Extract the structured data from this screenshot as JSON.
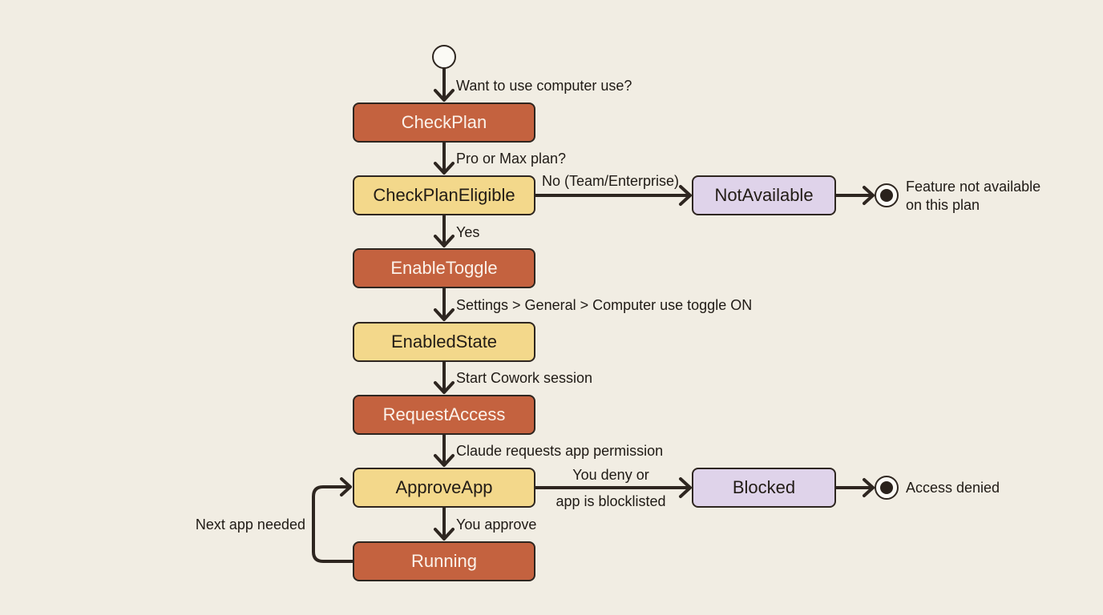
{
  "diagram": {
    "nodes": {
      "check_plan": "CheckPlan",
      "check_plan_eligible": "CheckPlanEligible",
      "not_available": "NotAvailable",
      "enable_toggle": "EnableToggle",
      "enabled_state": "EnabledState",
      "request_access": "RequestAccess",
      "approve_app": "ApproveApp",
      "blocked": "Blocked",
      "running": "Running"
    },
    "edges": {
      "start_to_check_plan": "Want to use computer use?",
      "check_plan_to_eligible": "Pro or Max plan?",
      "eligible_to_not_available": "No (Team/Enterprise)",
      "eligible_to_enable_toggle": "Yes",
      "enable_toggle_to_enabled_state": "Settings > General > Computer use toggle ON",
      "enabled_state_to_request_access": "Start Cowork session",
      "request_access_to_approve_app": "Claude requests app permission",
      "approve_app_to_blocked_line1": "You deny or",
      "approve_app_to_blocked_line2": "app is blocklisted",
      "approve_app_to_running": "You approve",
      "running_to_approve_app": "Next app needed"
    },
    "end_labels": {
      "not_available_line1": "Feature not available",
      "not_available_line2": "on this plan",
      "blocked": "Access denied"
    },
    "colors": {
      "background": "#f1ede3",
      "action_state": "#c4623f",
      "decision_state": "#f3d88b",
      "terminal_state": "#dfd3ea",
      "stroke": "#2e2620"
    }
  }
}
